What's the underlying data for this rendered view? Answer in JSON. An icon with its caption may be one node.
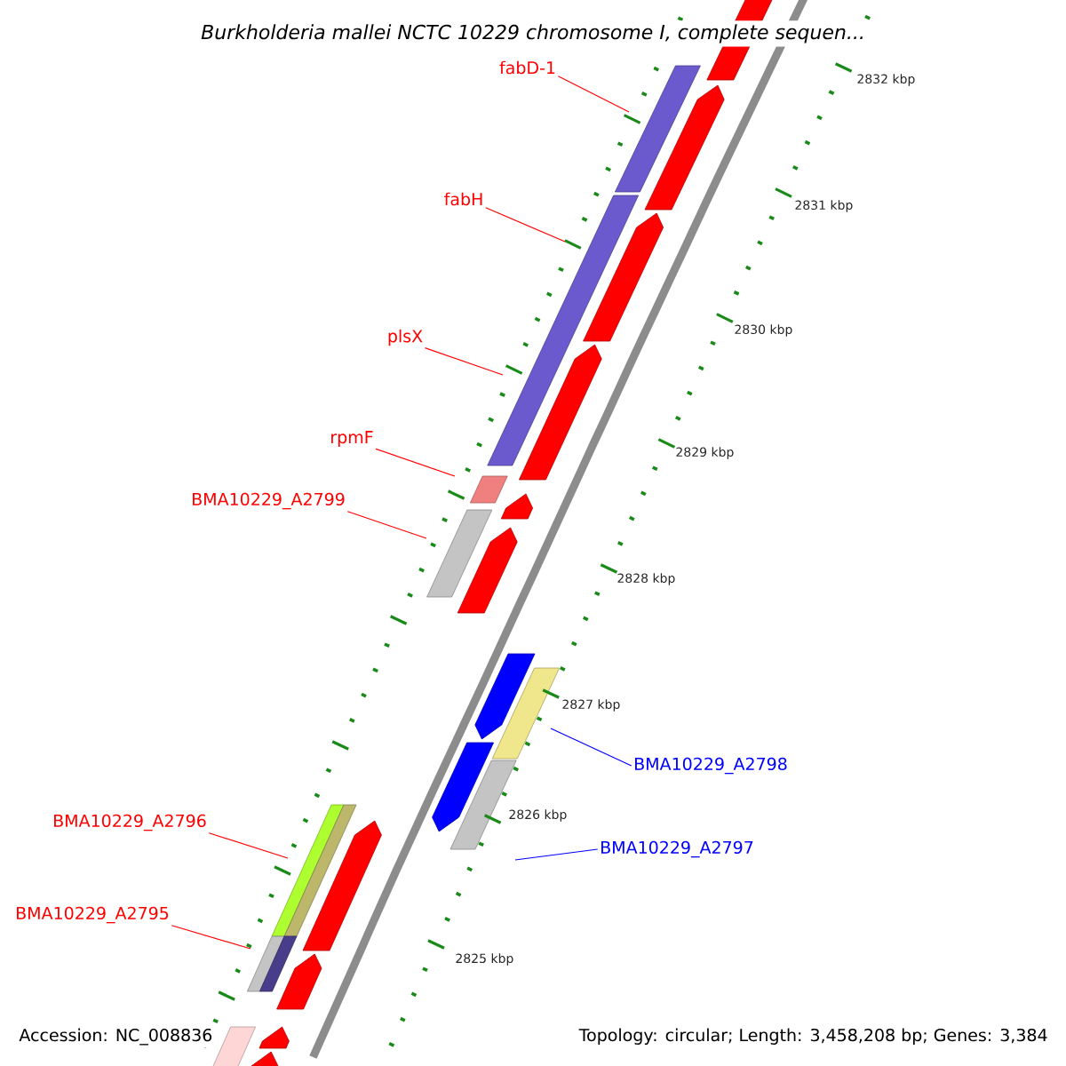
{
  "diagram": {
    "title": "*Burkholderia mallei* NCTC 10229 chromosome I, complete sequen...",
    "nodes": [
      {
        "text": [
          "fabD-1"
        ]
      },
      {
        "text": [
          "fabH"
        ]
      },
      {
        "text": [
          "plsX"
        ]
      },
      {
        "text": [
          "rpmF"
        ]
      },
      {
        "text": [
          "BMA10229_A2799"
        ]
      },
      {
        "text": [
          "BMA10229_A2798"
        ]
      },
      {
        "text": [
          "BMA10229_A2797"
        ]
      },
      {
        "text": [
          "BMA10229_A2796"
        ]
      },
      {
        "text": [
          "BMA10229_A2795"
        ]
      }
    ],
    "edges": [
      {
        "from": 0,
        "to": null,
        "arrow": "none"
      },
      {
        "from": 1,
        "to": null,
        "arrow": "none"
      },
      {
        "from": 2,
        "to": null,
        "arrow": "none"
      },
      {
        "from": 3,
        "to": null,
        "arrow": "none"
      },
      {
        "from": 4,
        "to": null,
        "arrow": "none"
      },
      {
        "from": 5,
        "to": null,
        "arrow": "none",
        "color": "#0000ff"
      },
      {
        "from": 6,
        "to": null,
        "arrow": "none",
        "color": "#0000ff"
      },
      {
        "from": 7,
        "to": null,
        "arrow": "none"
      },
      {
        "from": 8,
        "to": null,
        "arrow": "none"
      }
    ],
    "labels": [
      "2832 kbp",
      "2831 kbp",
      "2830 kbp",
      "2829 kbp",
      "2828 kbp",
      "2827 kbp",
      "2826 kbp",
      "2825 kbp",
      "Accession: NC_008836",
      "Topology: circular; Length: 3,458,208 bp; Genes: 3,384"
    ]
  }
}
